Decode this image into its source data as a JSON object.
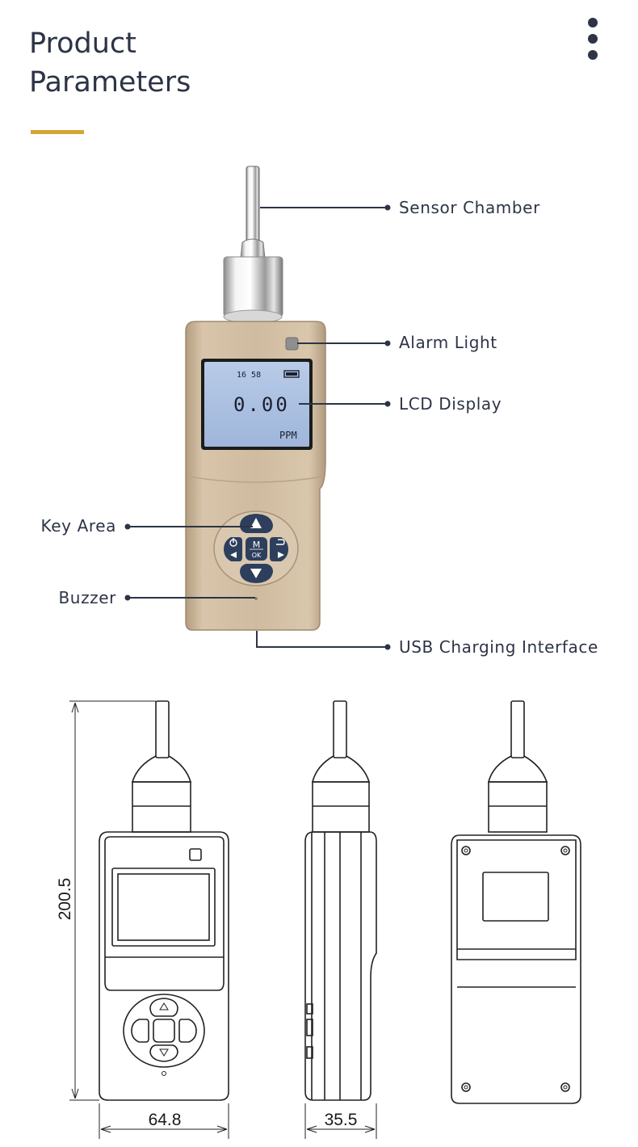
{
  "header": {
    "title_line1": "Product",
    "title_line2": "Parameters"
  },
  "menu": {
    "icon": "more-vertical-icon"
  },
  "device_lcd": {
    "time": "16 58",
    "reading": "0.00",
    "unit": "PPM"
  },
  "keys": {
    "ok_top": "M",
    "ok_bottom": "OK"
  },
  "callouts": {
    "sensor_chamber": "Sensor Chamber",
    "alarm_light": "Alarm Light",
    "lcd_display": "LCD Display",
    "key_area": "Key Area",
    "buzzer": "Buzzer",
    "usb_charging": "USB Charging Interface"
  },
  "dimensions": {
    "height": "200.5",
    "width": "64.8",
    "depth": "35.5"
  },
  "colors": {
    "text": "#2c3446",
    "accent": "#d6a534",
    "device_body": "#cdb89c",
    "lcd_screen": "#a9bfe0",
    "keypad_button": "#2e3f5d"
  }
}
